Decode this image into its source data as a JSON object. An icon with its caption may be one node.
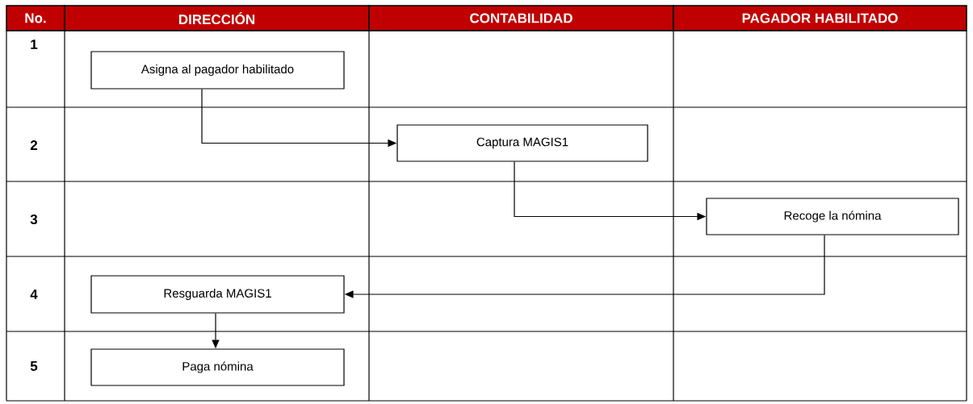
{
  "diagram": {
    "nodes": [
      {
        "text": [
          "Asigna al pagador habilitado"
        ]
      },
      {
        "text": [
          "Captura MAGIS1"
        ]
      },
      {
        "text": [
          "Recoge la nómina"
        ]
      },
      {
        "text": [
          "Resguarda MAGIS1"
        ]
      },
      {
        "text": [
          "Paga nómina"
        ]
      }
    ],
    "edges": [
      {
        "from": 0,
        "to": 1,
        "arrow": "to"
      },
      {
        "from": 1,
        "to": 2,
        "arrow": "to"
      },
      {
        "from": 2,
        "to": 3,
        "arrow": "to"
      },
      {
        "from": 3,
        "to": 4,
        "arrow": "to"
      }
    ],
    "labels": [
      "No.",
      "DIRECCIÓN",
      "CONTABILIDAD",
      "PAGADOR HABILITADO",
      "1",
      "2",
      "3",
      "4",
      "5"
    ]
  }
}
